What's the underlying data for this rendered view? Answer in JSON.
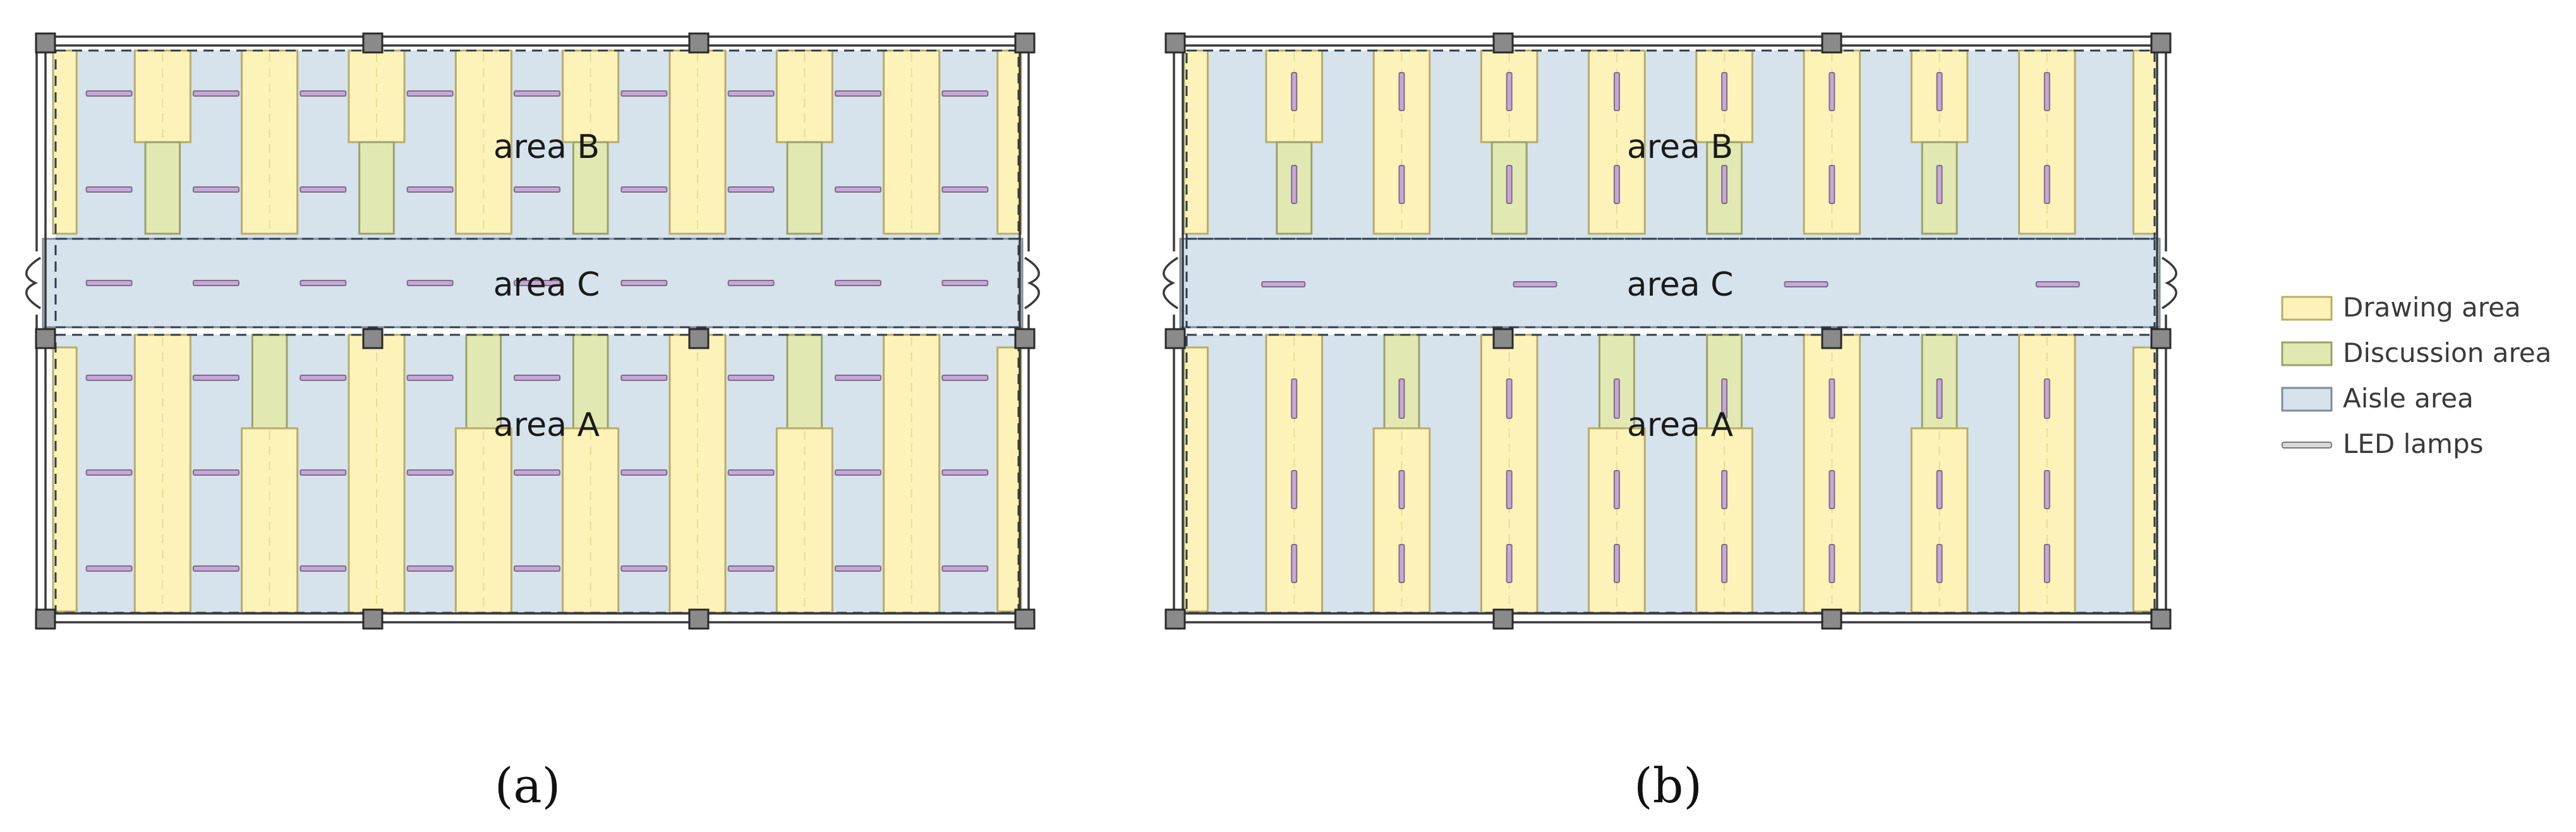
{
  "panels": [
    {
      "id": "a",
      "caption": "(a)",
      "lamp_orientation": "horizontal",
      "labels": {
        "area_b": "area B",
        "area_c": "area C",
        "area_a": "area A"
      }
    },
    {
      "id": "b",
      "caption": "(b)",
      "lamp_orientation": "vertical",
      "labels": {
        "area_b": "area B",
        "area_c": "area C",
        "area_a": "area A"
      }
    }
  ],
  "legend": [
    {
      "key": "drawing",
      "label": "Drawing area",
      "color": "#fdf3b8",
      "stroke": "#b8ac6a"
    },
    {
      "key": "discussion",
      "label": "Discussion area",
      "color": "#e2e8b2",
      "stroke": "#9aa26a"
    },
    {
      "key": "aisle",
      "label": "Aisle area",
      "color": "#d6e2ec",
      "stroke": "#7d8c99"
    },
    {
      "key": "led",
      "label": "LED lamps",
      "color": "#c9a6d9",
      "stroke": "#7a6f84"
    }
  ],
  "colors": {
    "wall": "#3a3a3a",
    "column_fill": "#8a8a8a",
    "dashed": "#2c3e50",
    "lamp_fill": "#c9a6d9",
    "lamp_stroke": "#7a6f84"
  }
}
